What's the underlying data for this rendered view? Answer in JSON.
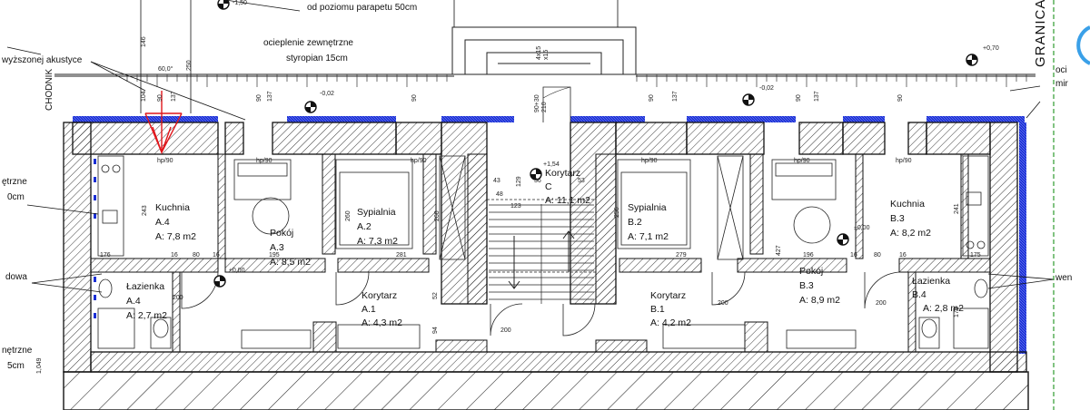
{
  "annotations": {
    "parapet": "od poziomu parapetu 50cm",
    "insulation_1": "ocieplenie zewnętrzne",
    "insulation_2": "styropian 15cm",
    "acoustic": "wyższonej akustyce",
    "sidewalk": "CHODNIK",
    "boundary": "GRANICA",
    "left_1": "ętrzne",
    "left_2": "0cm",
    "left_3": "dowa",
    "left_4": "nętrzne",
    "left_5": "5cm",
    "right_1": "oci",
    "right_2": "mir",
    "right_3": "wen"
  },
  "levels": {
    "top_right": "+0,70",
    "left": "-0,02",
    "right": "-0,02",
    "stair": "+1,54",
    "zero_left": "±0,00",
    "zero_right": "±0,00",
    "top_small": "-1,50"
  },
  "rooms": {
    "a4_kitchen": {
      "name": "Kuchnia",
      "code": "A.4",
      "area": "A: 7,8 m2"
    },
    "a3_room": {
      "name": "Pokój",
      "code": "A.3",
      "area": "A: 8,5 m2"
    },
    "a2_bedroom": {
      "name": "Sypialnia",
      "code": "A.2",
      "area": "A: 7,3 m2"
    },
    "a4_bath": {
      "name": "Łazienka",
      "code": "A.4",
      "area": "A: 2,7 m2"
    },
    "a1_corridor": {
      "name": "Korytarz",
      "code": "A.1",
      "area": "A: 4,3 m2"
    },
    "c_corridor": {
      "name": "Korytarz",
      "code": "C",
      "area": "A: 11,1 m2"
    },
    "b2_bedroom": {
      "name": "Sypialnia",
      "code": "B.2",
      "area": "A: 7,1 m2"
    },
    "b1_corridor": {
      "name": "Korytarz",
      "code": "B.1",
      "area": "A: 4,2 m2"
    },
    "b3_room": {
      "name": "Pokój",
      "code": "B.3",
      "area": "A: 8,9 m2"
    },
    "b3_kitchen": {
      "name": "Kuchnia",
      "code": "B.3",
      "area": "A: 8,2 m2"
    },
    "b4_bath": {
      "name": "Łazienka",
      "code": "B.4",
      "area": "A: 2,8 m2"
    }
  },
  "dims": {
    "hp90": "hp/90",
    "d60": "60,0°",
    "d146": "146",
    "d250": "250",
    "d104": "104",
    "d90": "90",
    "d137": "137",
    "d210": "210",
    "d243": "243",
    "d260": "260",
    "d256": "256",
    "d241": "241",
    "d176": "176",
    "d16": "16",
    "d80": "80",
    "d195": "195",
    "d281": "281",
    "d279": "279",
    "d427": "427",
    "d196": "196",
    "d175": "175",
    "d200": "200",
    "d43": "43",
    "d48": "48",
    "d129": "129",
    "d36": "36",
    "d53": "53",
    "d123": "123",
    "d94": "94",
    "d52": "52",
    "d170": "170",
    "d1049": "1,049",
    "d9030": "90+30",
    "d4x15": "4x15",
    "dx15": "x15"
  }
}
